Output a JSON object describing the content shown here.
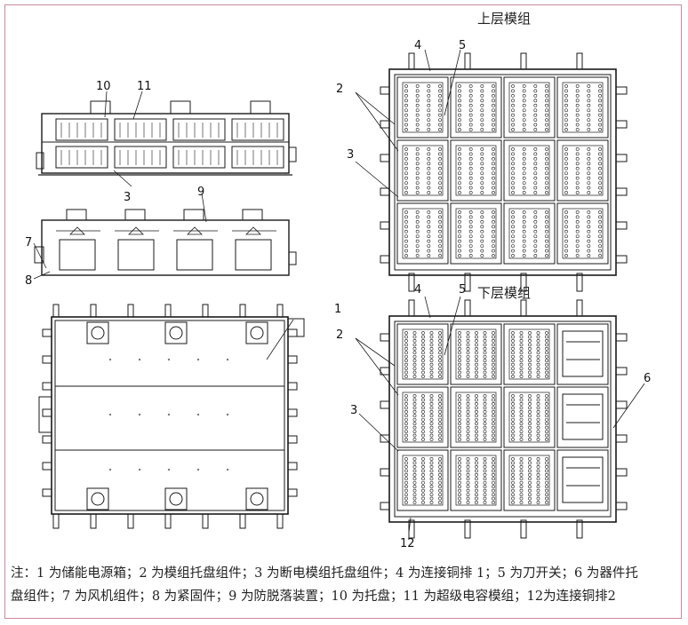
{
  "titles": {
    "upper": "上层模组",
    "lower": "下层模组"
  },
  "callouts": {
    "c1": "1",
    "c2a": "2",
    "c2b": "2",
    "c3a": "3",
    "c3b": "3",
    "c3c": "3",
    "c4a": "4",
    "c4b": "4",
    "c5a": "5",
    "c5b": "5",
    "c6": "6",
    "c7": "7",
    "c8": "8",
    "c9": "9",
    "c10": "10",
    "c11": "11",
    "c12": "12"
  },
  "caption": {
    "line1": "注：1 为储能电源箱；2 为模组托盘组件；3 为断电模组托盘组件；4 为连接铜排 1；5 为刀开关；6 为器件托",
    "line2": "盘组件；7 为风机组件；8 为紧固件；9 为防脱落装置；10 为托盘；11 为超级电容模组；12为连接铜排2"
  },
  "colors": {
    "line": "#1a1a1a",
    "frame": "#c88aa0"
  }
}
